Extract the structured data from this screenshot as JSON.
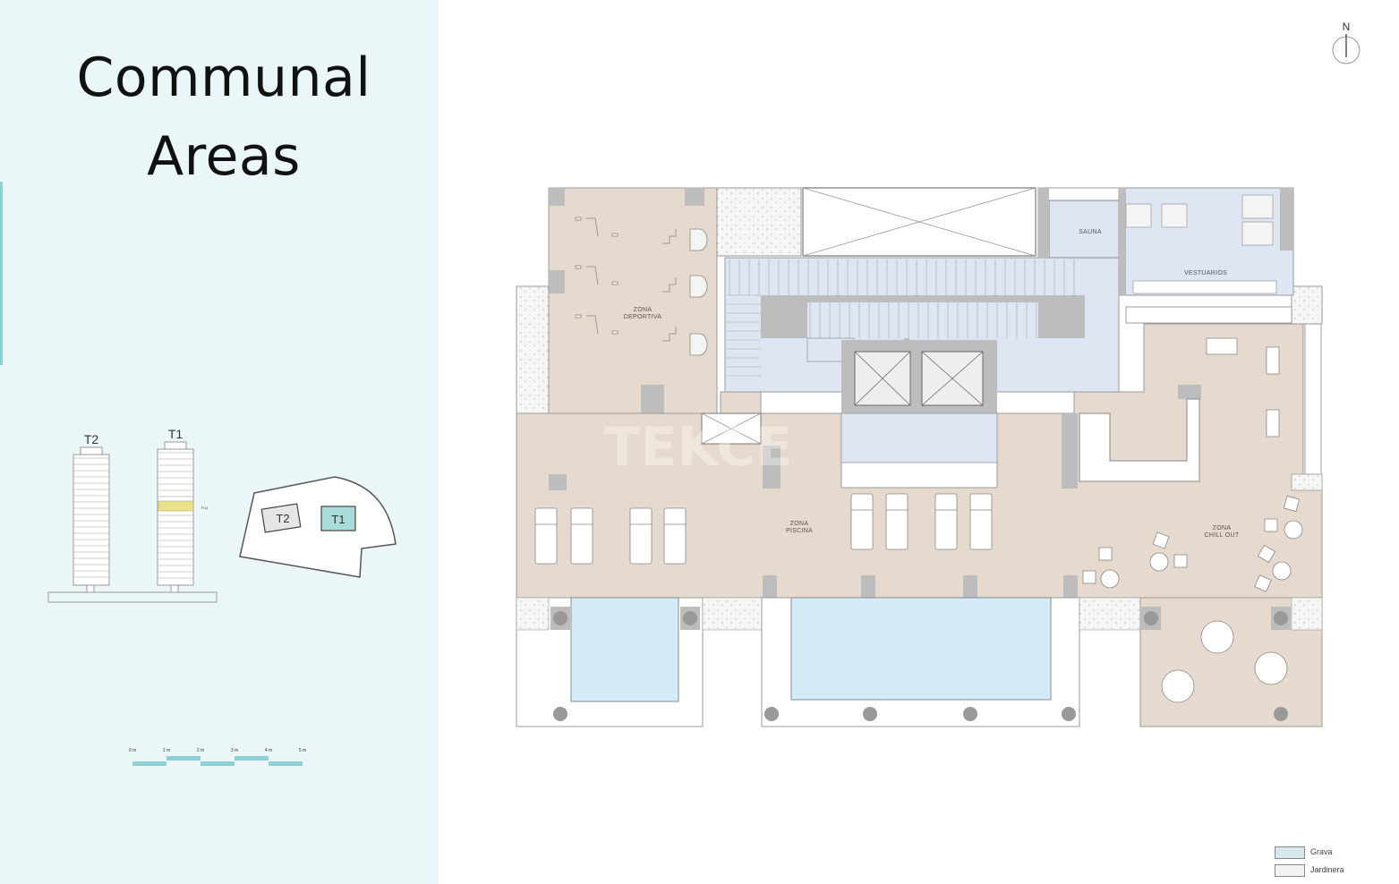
{
  "title": {
    "line1": "Communal",
    "line2": "Areas"
  },
  "key_plan": {
    "tower_labels": [
      "T2",
      "T1"
    ],
    "floor_tag": "P.11",
    "site_labels": [
      "T2",
      "T1"
    ]
  },
  "scale_bar": {
    "ticks": [
      "0 m",
      "1 m",
      "2 m",
      "3 m",
      "4 m",
      "5 m"
    ]
  },
  "compass": {
    "label": "N"
  },
  "plan": {
    "zones": {
      "deportiva": [
        "ZONA",
        "DEPORTIVA"
      ],
      "piscina": [
        "ZONA",
        "PISCINA"
      ],
      "chill_out": [
        "ZONA",
        "CHILL OUT"
      ],
      "sauna": "SAUNA",
      "vestuarios": "VESTUARIOS"
    },
    "watermark": "TEKCE"
  },
  "legend": [
    {
      "label": "Grava",
      "color": "#d6e8ee"
    },
    {
      "label": "Jardinera",
      "color": "#f3f3f3"
    }
  ],
  "colors": {
    "panel": "#eaf6f8",
    "floor": "#e6d9cd",
    "stairs": "#dde6f2",
    "pool": "#d4ecf8",
    "wall": "#bdbdbd",
    "highlight": "#e9e28a",
    "site_t1": "#a9dcd8"
  }
}
